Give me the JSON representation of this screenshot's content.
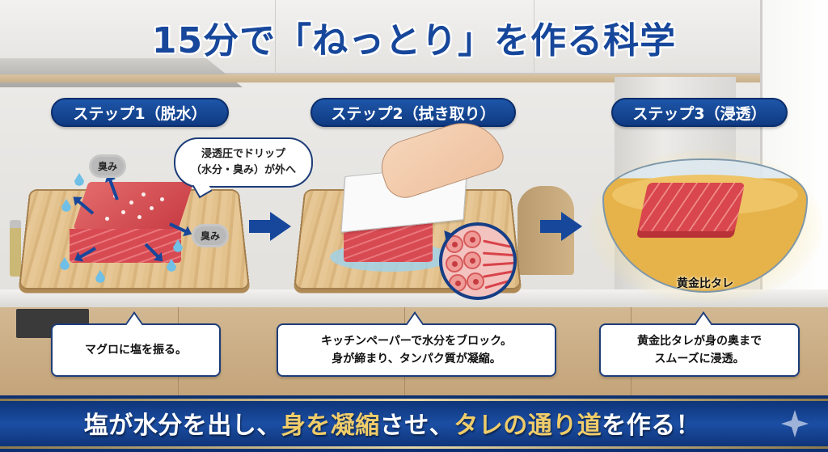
{
  "title": "15分で「ねっとり」を作る科学",
  "steps": [
    {
      "label": "ステップ1（脱水）",
      "caption": "マグロに塩を振る。",
      "thought_bubble": [
        "浸透圧でドリップ",
        "（水分・臭み）が外へ"
      ],
      "smell_tags": [
        "臭み",
        "臭み"
      ]
    },
    {
      "label": "ステップ2（拭き取り）",
      "caption_lines": [
        "キッチンペーパーで水分をブロック。",
        "身が締まり、タンパク質が凝縮。"
      ]
    },
    {
      "label": "ステップ3（浸透）",
      "bowl_label": "黄金比タレ",
      "caption_lines": [
        "黄金比タレが身の奥まで",
        "スムーズに浸透。"
      ]
    }
  ],
  "banner": {
    "parts": [
      {
        "text": "塩が水分を出し、",
        "highlight": false
      },
      {
        "text": "身を凝縮",
        "highlight": true
      },
      {
        "text": "させ、",
        "highlight": false
      },
      {
        "text": "タレの通り道",
        "highlight": true
      },
      {
        "text": "を作る！",
        "highlight": false
      }
    ],
    "icon": "sparkle-icon"
  },
  "colors": {
    "primary_blue": "#17479b",
    "banner_blue": "#0c2e6e",
    "gold_highlight": "#f0cd6a",
    "tuna_red": "#d84a52",
    "sauce_gold": "#e6b24a"
  }
}
